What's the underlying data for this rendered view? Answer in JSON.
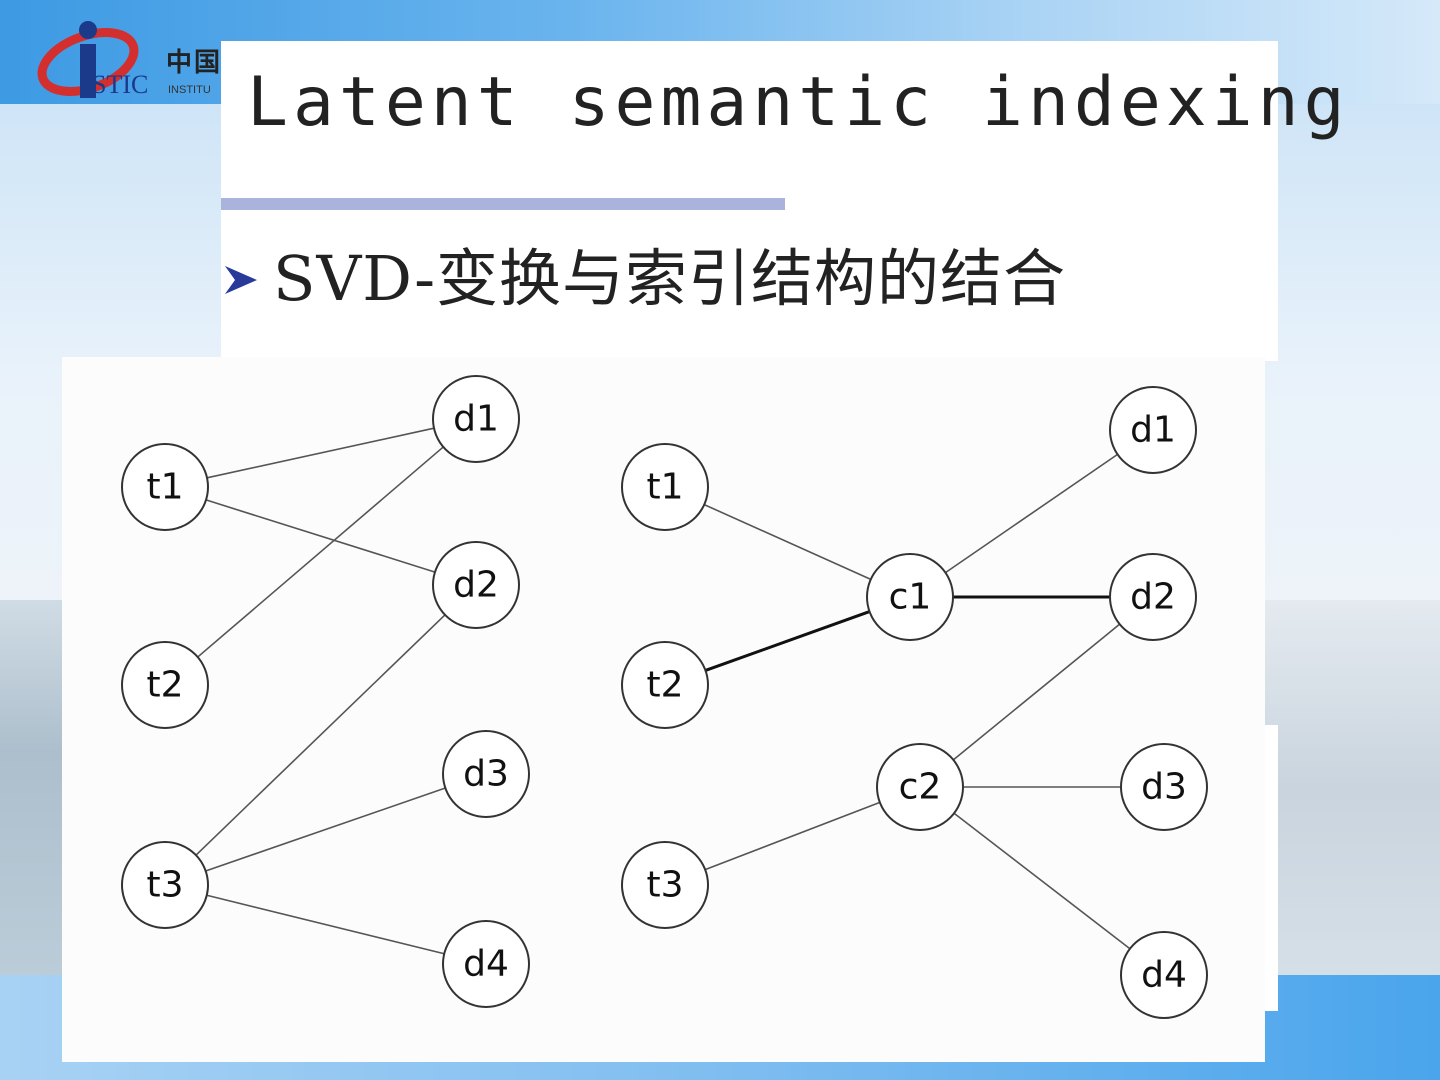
{
  "slide": {
    "title": "Latent semantic indexing",
    "bullet": "SVD-变换与索引结构的结合"
  },
  "logo": {
    "text": "STIC",
    "chinese": "中国",
    "subtitle": "INSTITU"
  },
  "colors": {
    "title_rule": "#a9b3dc",
    "bullet_arrow": "#2a3a9a",
    "logo_red": "#d32f2f",
    "logo_blue": "#1b3a8a"
  },
  "diagram": {
    "left_graph": {
      "nodes": [
        {
          "id": "t1",
          "label": "t1"
        },
        {
          "id": "t2",
          "label": "t2"
        },
        {
          "id": "t3",
          "label": "t3"
        },
        {
          "id": "d1",
          "label": "d1"
        },
        {
          "id": "d2",
          "label": "d2"
        },
        {
          "id": "d3",
          "label": "d3"
        },
        {
          "id": "d4",
          "label": "d4"
        }
      ],
      "edges": [
        {
          "from": "t1",
          "to": "d1",
          "bold": false
        },
        {
          "from": "t1",
          "to": "d2",
          "bold": false
        },
        {
          "from": "t2",
          "to": "d1",
          "bold": false
        },
        {
          "from": "t3",
          "to": "d2",
          "bold": false
        },
        {
          "from": "t3",
          "to": "d3",
          "bold": false
        },
        {
          "from": "t3",
          "to": "d4",
          "bold": false
        }
      ]
    },
    "right_graph": {
      "nodes": [
        {
          "id": "t1",
          "label": "t1"
        },
        {
          "id": "t2",
          "label": "t2"
        },
        {
          "id": "t3",
          "label": "t3"
        },
        {
          "id": "c1",
          "label": "c1"
        },
        {
          "id": "c2",
          "label": "c2"
        },
        {
          "id": "d1",
          "label": "d1"
        },
        {
          "id": "d2",
          "label": "d2"
        },
        {
          "id": "d3",
          "label": "d3"
        },
        {
          "id": "d4",
          "label": "d4"
        }
      ],
      "edges": [
        {
          "from": "t1",
          "to": "c1",
          "bold": false
        },
        {
          "from": "t2",
          "to": "c1",
          "bold": true
        },
        {
          "from": "t3",
          "to": "c2",
          "bold": false
        },
        {
          "from": "c1",
          "to": "d1",
          "bold": false
        },
        {
          "from": "c1",
          "to": "d2",
          "bold": true
        },
        {
          "from": "c2",
          "to": "d2",
          "bold": false
        },
        {
          "from": "c2",
          "to": "d3",
          "bold": false
        },
        {
          "from": "c2",
          "to": "d4",
          "bold": false
        }
      ]
    }
  }
}
